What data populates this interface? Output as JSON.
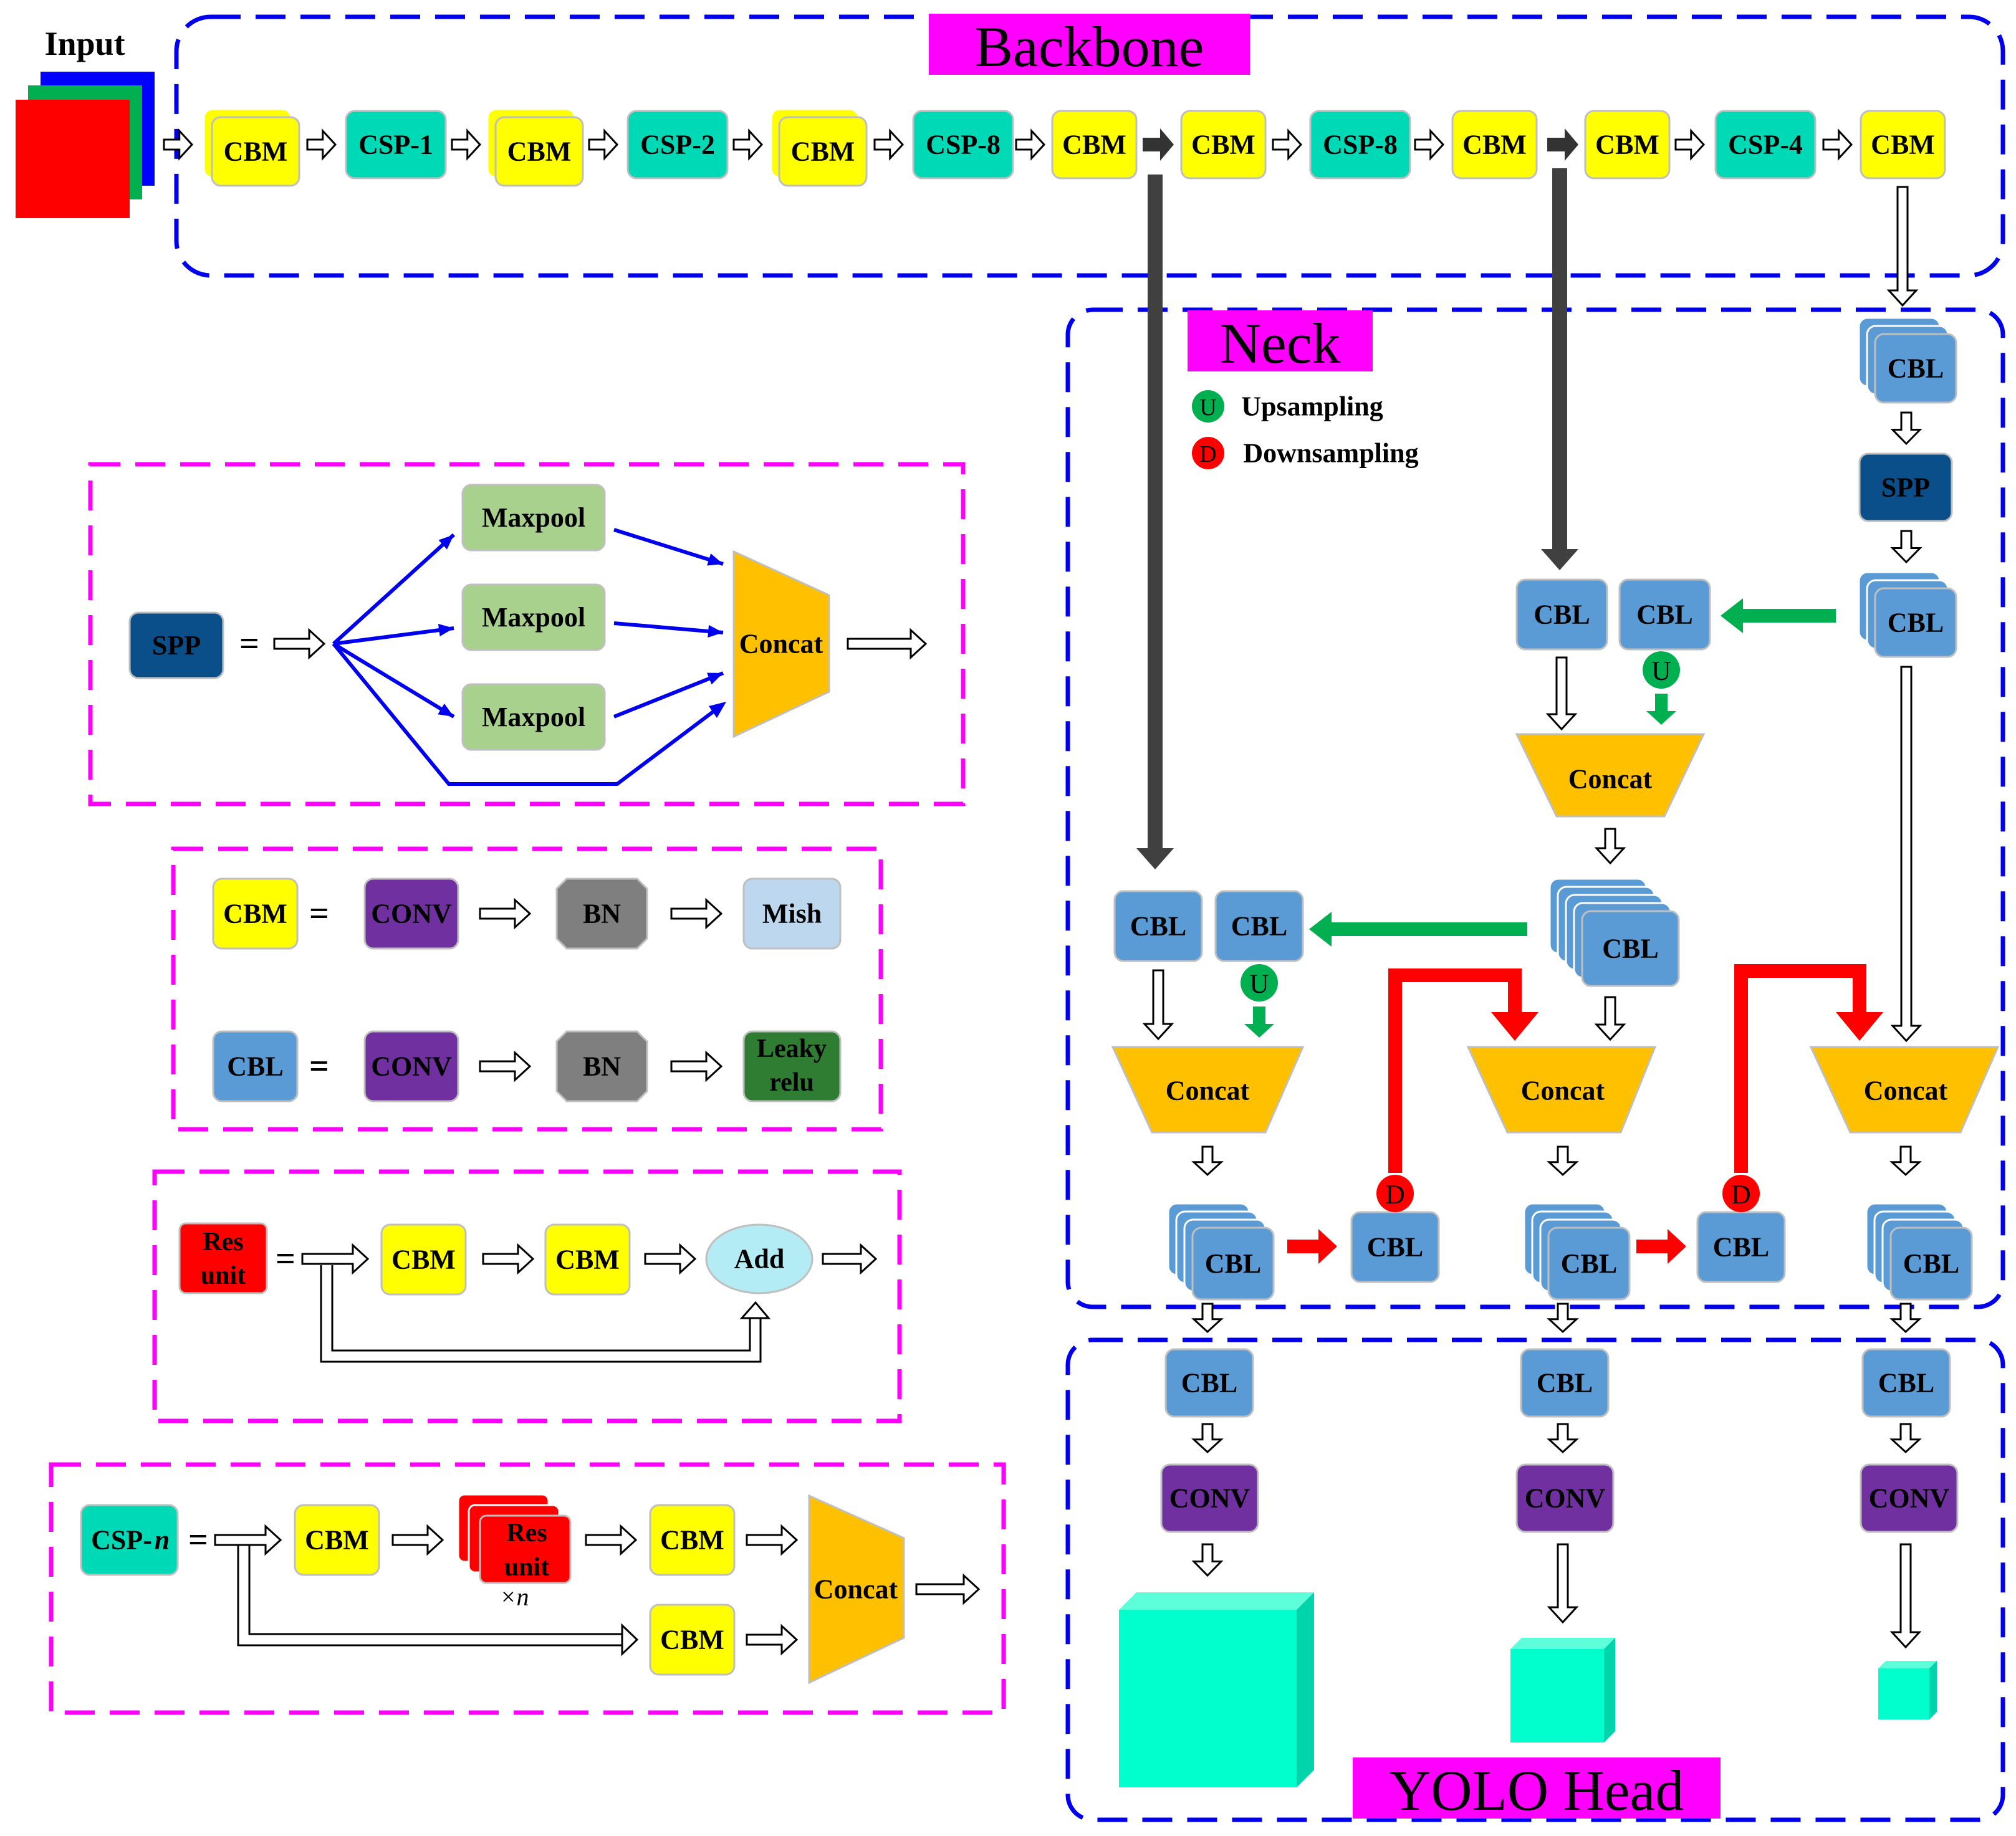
{
  "sections": {
    "input": "Input",
    "backbone": "Backbone",
    "neck": "Neck",
    "head": "YOLO Head"
  },
  "legend": {
    "up_symbol": "U",
    "up_label": "Upsampling",
    "down_symbol": "D",
    "down_label": "Downsampling"
  },
  "blocks": {
    "cbm": "CBM",
    "cbl": "CBL",
    "csp1": "CSP-1",
    "csp2": "CSP-2",
    "csp8": "CSP-8",
    "csp4": "CSP-4",
    "spp": "SPP",
    "concat": "Concat",
    "conv": "CONV",
    "bn": "BN",
    "mish": "Mish",
    "leaky_line1": "Leaky",
    "leaky_line2": "relu",
    "maxpool": "Maxpool",
    "add": "Add",
    "res_line1": "Res",
    "res_line2": "unit",
    "csp_n_prefix": "CSP-",
    "csp_n_var": "n",
    "times_n": "×n",
    "equals": "="
  },
  "colors": {
    "cbm": "#ffff00",
    "csp": "#00d9b6",
    "cbl": "#5b9bd5",
    "spp": "#0b4f8a",
    "concat": "#ffc000",
    "conv": "#7030a0",
    "bn": "#7f7f7f",
    "mish": "#bdd7ee",
    "leaky": "#2e7d32",
    "maxpool": "#a9d18e",
    "res": "#ff0000",
    "add": "#b4ecf5",
    "output": "#00ffcc",
    "title_bg": "#ff00ff",
    "input_text": "#ff00ff",
    "dash_blue": "#0000ee",
    "dash_magenta": "#ff00ff",
    "up_green": "#00b050",
    "down_red": "#ff0000",
    "dark_arrow": "#404040",
    "flow_blue": "#0000ee"
  }
}
